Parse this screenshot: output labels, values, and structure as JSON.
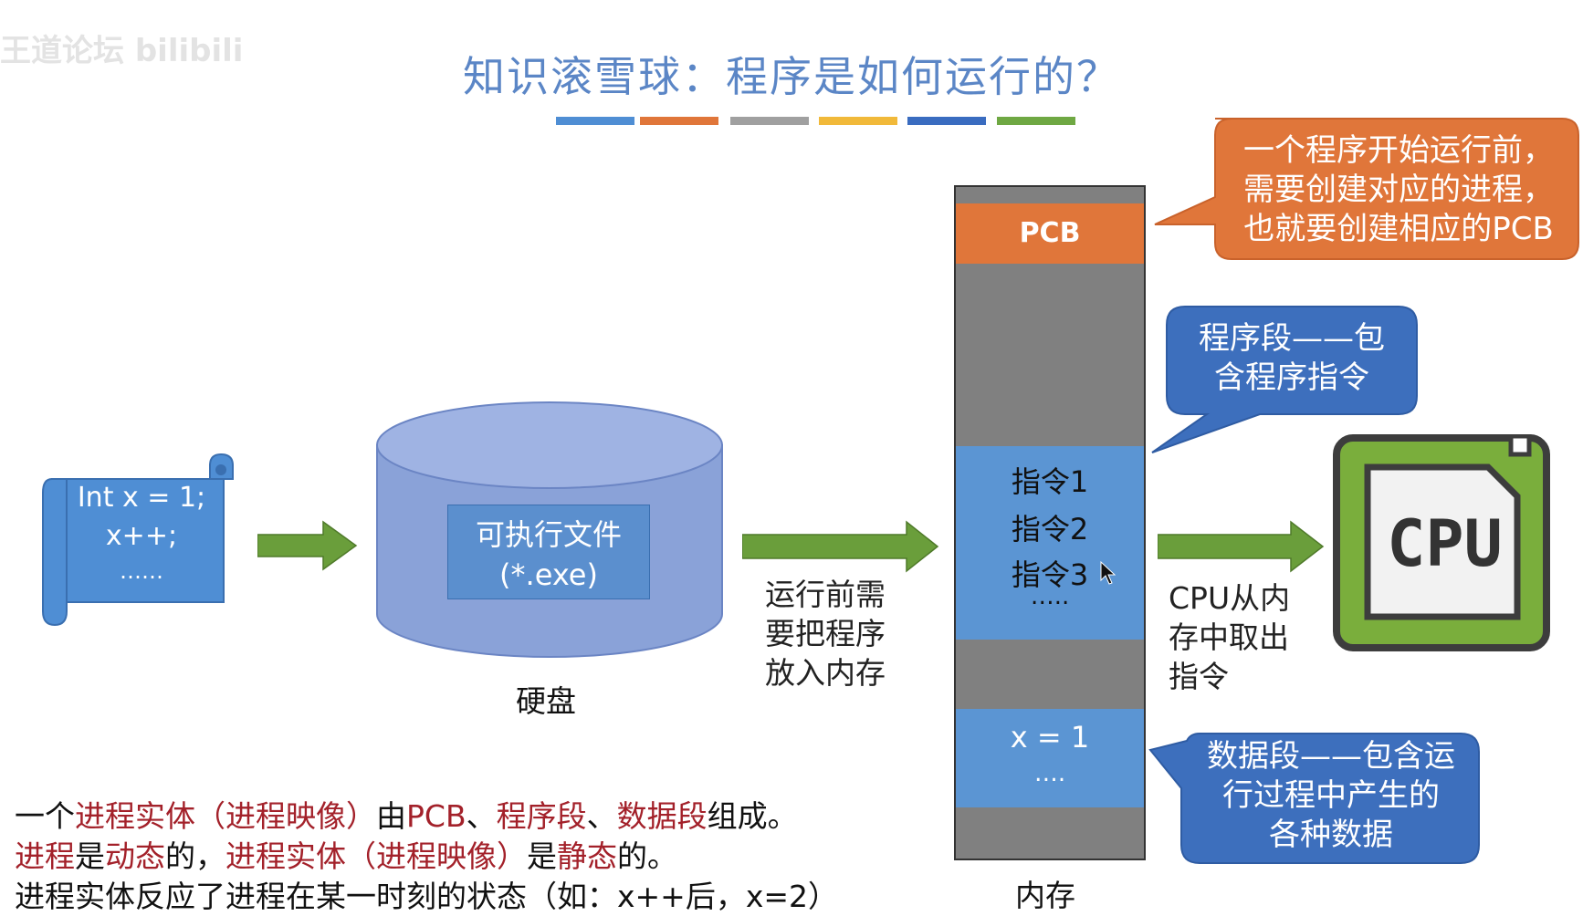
{
  "watermark": "王道论坛 bilibili",
  "title": "知识滚雪球：程序是如何运行的？",
  "stripe_colors": [
    "#4f8ed4",
    "#e0763a",
    "#a0a0a0",
    "#f1b93a",
    "#3a6cc0",
    "#6fa843"
  ],
  "scroll": {
    "line1": "Int x = 1;",
    "line2": "x++;",
    "line3": "……"
  },
  "disk": {
    "file_line1": "可执行文件",
    "file_line2": "(*.exe)",
    "caption": "硬盘"
  },
  "load_note": {
    "line1": "运行前需",
    "line2": "要把程序",
    "line3": "放入内存"
  },
  "memory": {
    "pcb": "PCB",
    "instr1": "指令1",
    "instr2": "指令2",
    "instr3": "指令3",
    "instr_more": "…..",
    "data1": "x = 1",
    "data_more": "….",
    "caption": "内存"
  },
  "fetch_note": {
    "line1": "CPU从内",
    "line2": "存中取出",
    "line3": "指令"
  },
  "cpu": {
    "label": "CPU"
  },
  "callouts": {
    "pcb": {
      "line1": "一个程序开始运行前，",
      "line2": "需要创建对应的进程，",
      "line3": "也就要创建相应的PCB"
    },
    "program": {
      "line1": "程序段——包",
      "line2": "含程序指令"
    },
    "data": {
      "line1": "数据段——包含运",
      "line2": "行过程中产生的",
      "line3": "各种数据"
    }
  },
  "bottom": {
    "l1": [
      "一个",
      "进程实体（进程映像）",
      "由",
      "PCB",
      "、",
      "程序段",
      "、",
      "数据段",
      "组成。"
    ],
    "l2": [
      "进程",
      "是",
      "动态",
      "的，",
      "进程实体（进程映像）",
      "是",
      "静态",
      "的。"
    ],
    "l3": "进程实体反应了进程在某一时刻的状态（如：x++后，x=2）"
  }
}
